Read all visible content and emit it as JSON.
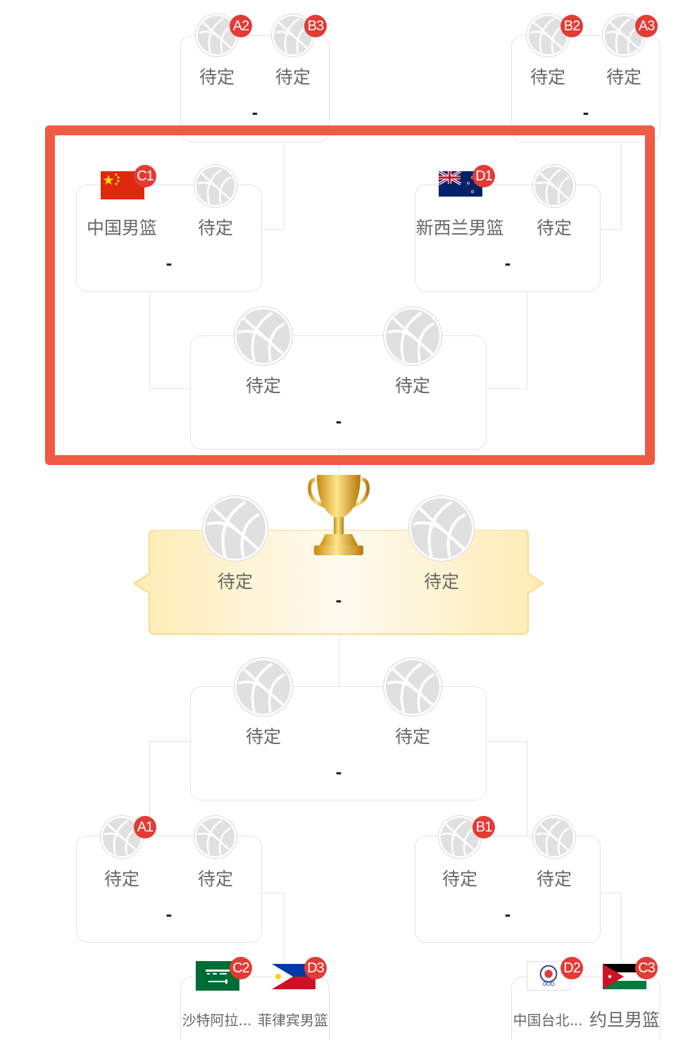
{
  "bracket": {
    "placeholder": "待定",
    "score": "-",
    "top_left_match": {
      "seed1": "A2",
      "team1": "待定",
      "seed2": "B3",
      "team2": "待定",
      "score": "-"
    },
    "top_right_match": {
      "seed1": "B2",
      "team1": "待定",
      "seed2": "A3",
      "team2": "待定",
      "score": "-"
    },
    "qf_left_upper": {
      "seed1": "C1",
      "team1": "中国男篮",
      "flag1": "china-flag",
      "team2": "待定",
      "score": "-"
    },
    "qf_right_upper": {
      "seed1": "D1",
      "team1": "新西兰男篮",
      "flag1": "new-zealand-flag",
      "team2": "待定",
      "score": "-"
    },
    "semi_upper": {
      "team1": "待定",
      "team2": "待定",
      "score": "-"
    },
    "final": {
      "team1": "待定",
      "team2": "待定",
      "score": "-",
      "trophy": "trophy-icon"
    },
    "semi_lower": {
      "team1": "待定",
      "team2": "待定",
      "score": "-"
    },
    "qf_left_lower": {
      "seed1": "A1",
      "team1": "待定",
      "team2": "待定",
      "score": "-"
    },
    "qf_right_lower": {
      "seed1": "B1",
      "team1": "待定",
      "team2": "待定",
      "score": "-"
    },
    "bottom_left_match": {
      "seed1": "C2",
      "team1": "沙特阿拉...",
      "flag1": "saudi-arabia-flag",
      "seed2": "D3",
      "team2": "菲律宾男篮",
      "flag2": "philippines-flag"
    },
    "bottom_right_match": {
      "seed1": "D2",
      "team1": "中国台北...",
      "flag1": "chinese-taipei-flag",
      "seed2": "C3",
      "team2": "约旦男篮",
      "flag2": "jordan-flag"
    }
  },
  "colors": {
    "highlight_border": "#ef5a43",
    "badge": "#e33b35",
    "final_banner": "#fdf0c4"
  }
}
